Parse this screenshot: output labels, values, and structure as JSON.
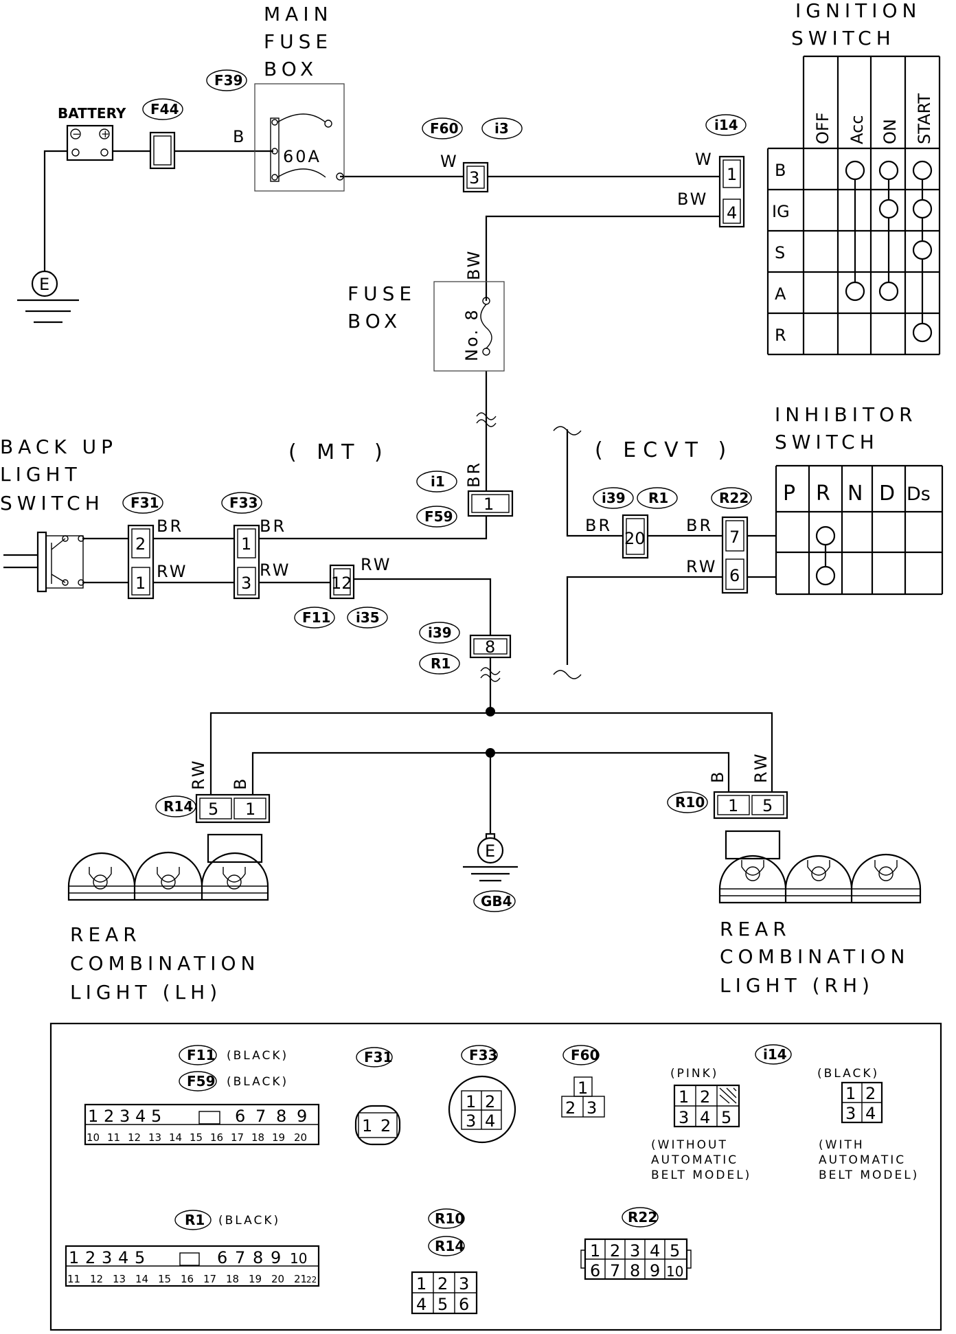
{
  "labels": {
    "main_fuse_box": [
      "MAIN",
      "FUSE",
      "BOX"
    ],
    "ignition_switch": [
      "IGNITION",
      "SWITCH"
    ],
    "battery": "BATTERY",
    "fuse_box": [
      "FUSE",
      "BOX"
    ],
    "fuse_60a": "60A",
    "fuse_no8": "No. 8",
    "mt": "( MT )",
    "ecvt": "( ECVT )",
    "inhibitor_switch": [
      "INHIBITOR",
      "SWITCH"
    ],
    "backup_light_switch": [
      "BACK UP",
      "LIGHT",
      "SWITCH"
    ],
    "rear_lh": [
      "REAR",
      "COMBINATION",
      "LIGHT (LH)"
    ],
    "rear_rh": [
      "REAR",
      "COMBINATION",
      "LIGHT (RH)"
    ],
    "ground": "E"
  },
  "connector_tags": {
    "f39": "F39",
    "f44": "F44",
    "f60": "F60",
    "i3": "i3",
    "i14": "i14",
    "i1": "i1",
    "f59": "F59",
    "f31": "F31",
    "f33": "F33",
    "f11": "F11",
    "i35": "i35",
    "i39a": "i39",
    "r1a": "R1",
    "i39b": "i39",
    "r1b": "R1",
    "r22": "R22",
    "r14": "R14",
    "r10": "R10",
    "gb4": "GB4"
  },
  "wire_colors": {
    "b1": "B",
    "w1": "W",
    "w2": "W",
    "bw1": "BW",
    "bw2": "BW",
    "br1": "BR",
    "br2": "BR",
    "br3": "BR",
    "br4": "BR",
    "br5": "BR",
    "rw1": "RW",
    "rw2": "RW",
    "rw3": "RW",
    "rw4": "RW",
    "rw5": "RW",
    "rw6": "RW",
    "b2": "B",
    "b3": "B"
  },
  "pins": {
    "i3_3": "3",
    "i14_1": "1",
    "i14_4": "4",
    "i1_1": "1",
    "f31_2": "2",
    "f31_1": "1",
    "f33_1": "1",
    "f33_3": "3",
    "f11_12": "12",
    "i39_8": "8",
    "i39_20": "20",
    "r22_7": "7",
    "r22_6": "6",
    "r14_5": "5",
    "r14_1": "1",
    "r10_1": "1",
    "r10_5": "5"
  },
  "ignition_table": {
    "columns": [
      "OFF",
      "Acc",
      "ON",
      "START"
    ],
    "rows": [
      "B",
      "IG",
      "S",
      "A",
      "R"
    ]
  },
  "inhibitor_table": {
    "columns": [
      "P",
      "R",
      "N",
      "D",
      "Ds"
    ]
  },
  "legend": {
    "f11": "F11",
    "f59": "F59",
    "black": "(BLACK)",
    "f31": "F31",
    "f33": "F33",
    "f60": "F60",
    "i14": "i14",
    "pink": "(PINK)",
    "black2": "(BLACK)",
    "r1": "R1",
    "black3": "(BLACK)",
    "r10": "R10",
    "r14": "R14",
    "r22": "R22",
    "note_without": [
      "(WITHOUT",
      "AUTOMATIC",
      "BELT MODEL)"
    ],
    "note_with": [
      "(WITH",
      "AUTOMATIC",
      "BELT MODEL)"
    ],
    "pins_20_top": [
      "1",
      "2",
      "3",
      "4",
      "5",
      "6",
      "7",
      "8",
      "9"
    ],
    "pins_20_bottom": [
      "10",
      "11",
      "12",
      "13",
      "14",
      "15",
      "16",
      "17",
      "18",
      "19",
      "20"
    ],
    "pins_22_top": [
      "1",
      "2",
      "3",
      "4",
      "5",
      "6",
      "7",
      "8",
      "9",
      "10"
    ],
    "pins_22_bottom": [
      "11",
      "12",
      "13",
      "14",
      "15",
      "16",
      "17",
      "18",
      "19",
      "20",
      "21",
      "22"
    ],
    "f31_pins": [
      "1",
      "2"
    ],
    "f33_pins": [
      "1",
      "2",
      "3",
      "4"
    ],
    "f60_pins": [
      "1",
      "2",
      "3"
    ],
    "i14a_pins": [
      "1",
      "2",
      "3",
      "4",
      "5"
    ],
    "i14b_pins": [
      "1",
      "2",
      "3",
      "4"
    ],
    "r10_pins": [
      "1",
      "2",
      "3",
      "4",
      "5",
      "6"
    ],
    "r22_pins": [
      "1",
      "2",
      "3",
      "4",
      "5",
      "6",
      "7",
      "8",
      "9",
      "10"
    ]
  }
}
